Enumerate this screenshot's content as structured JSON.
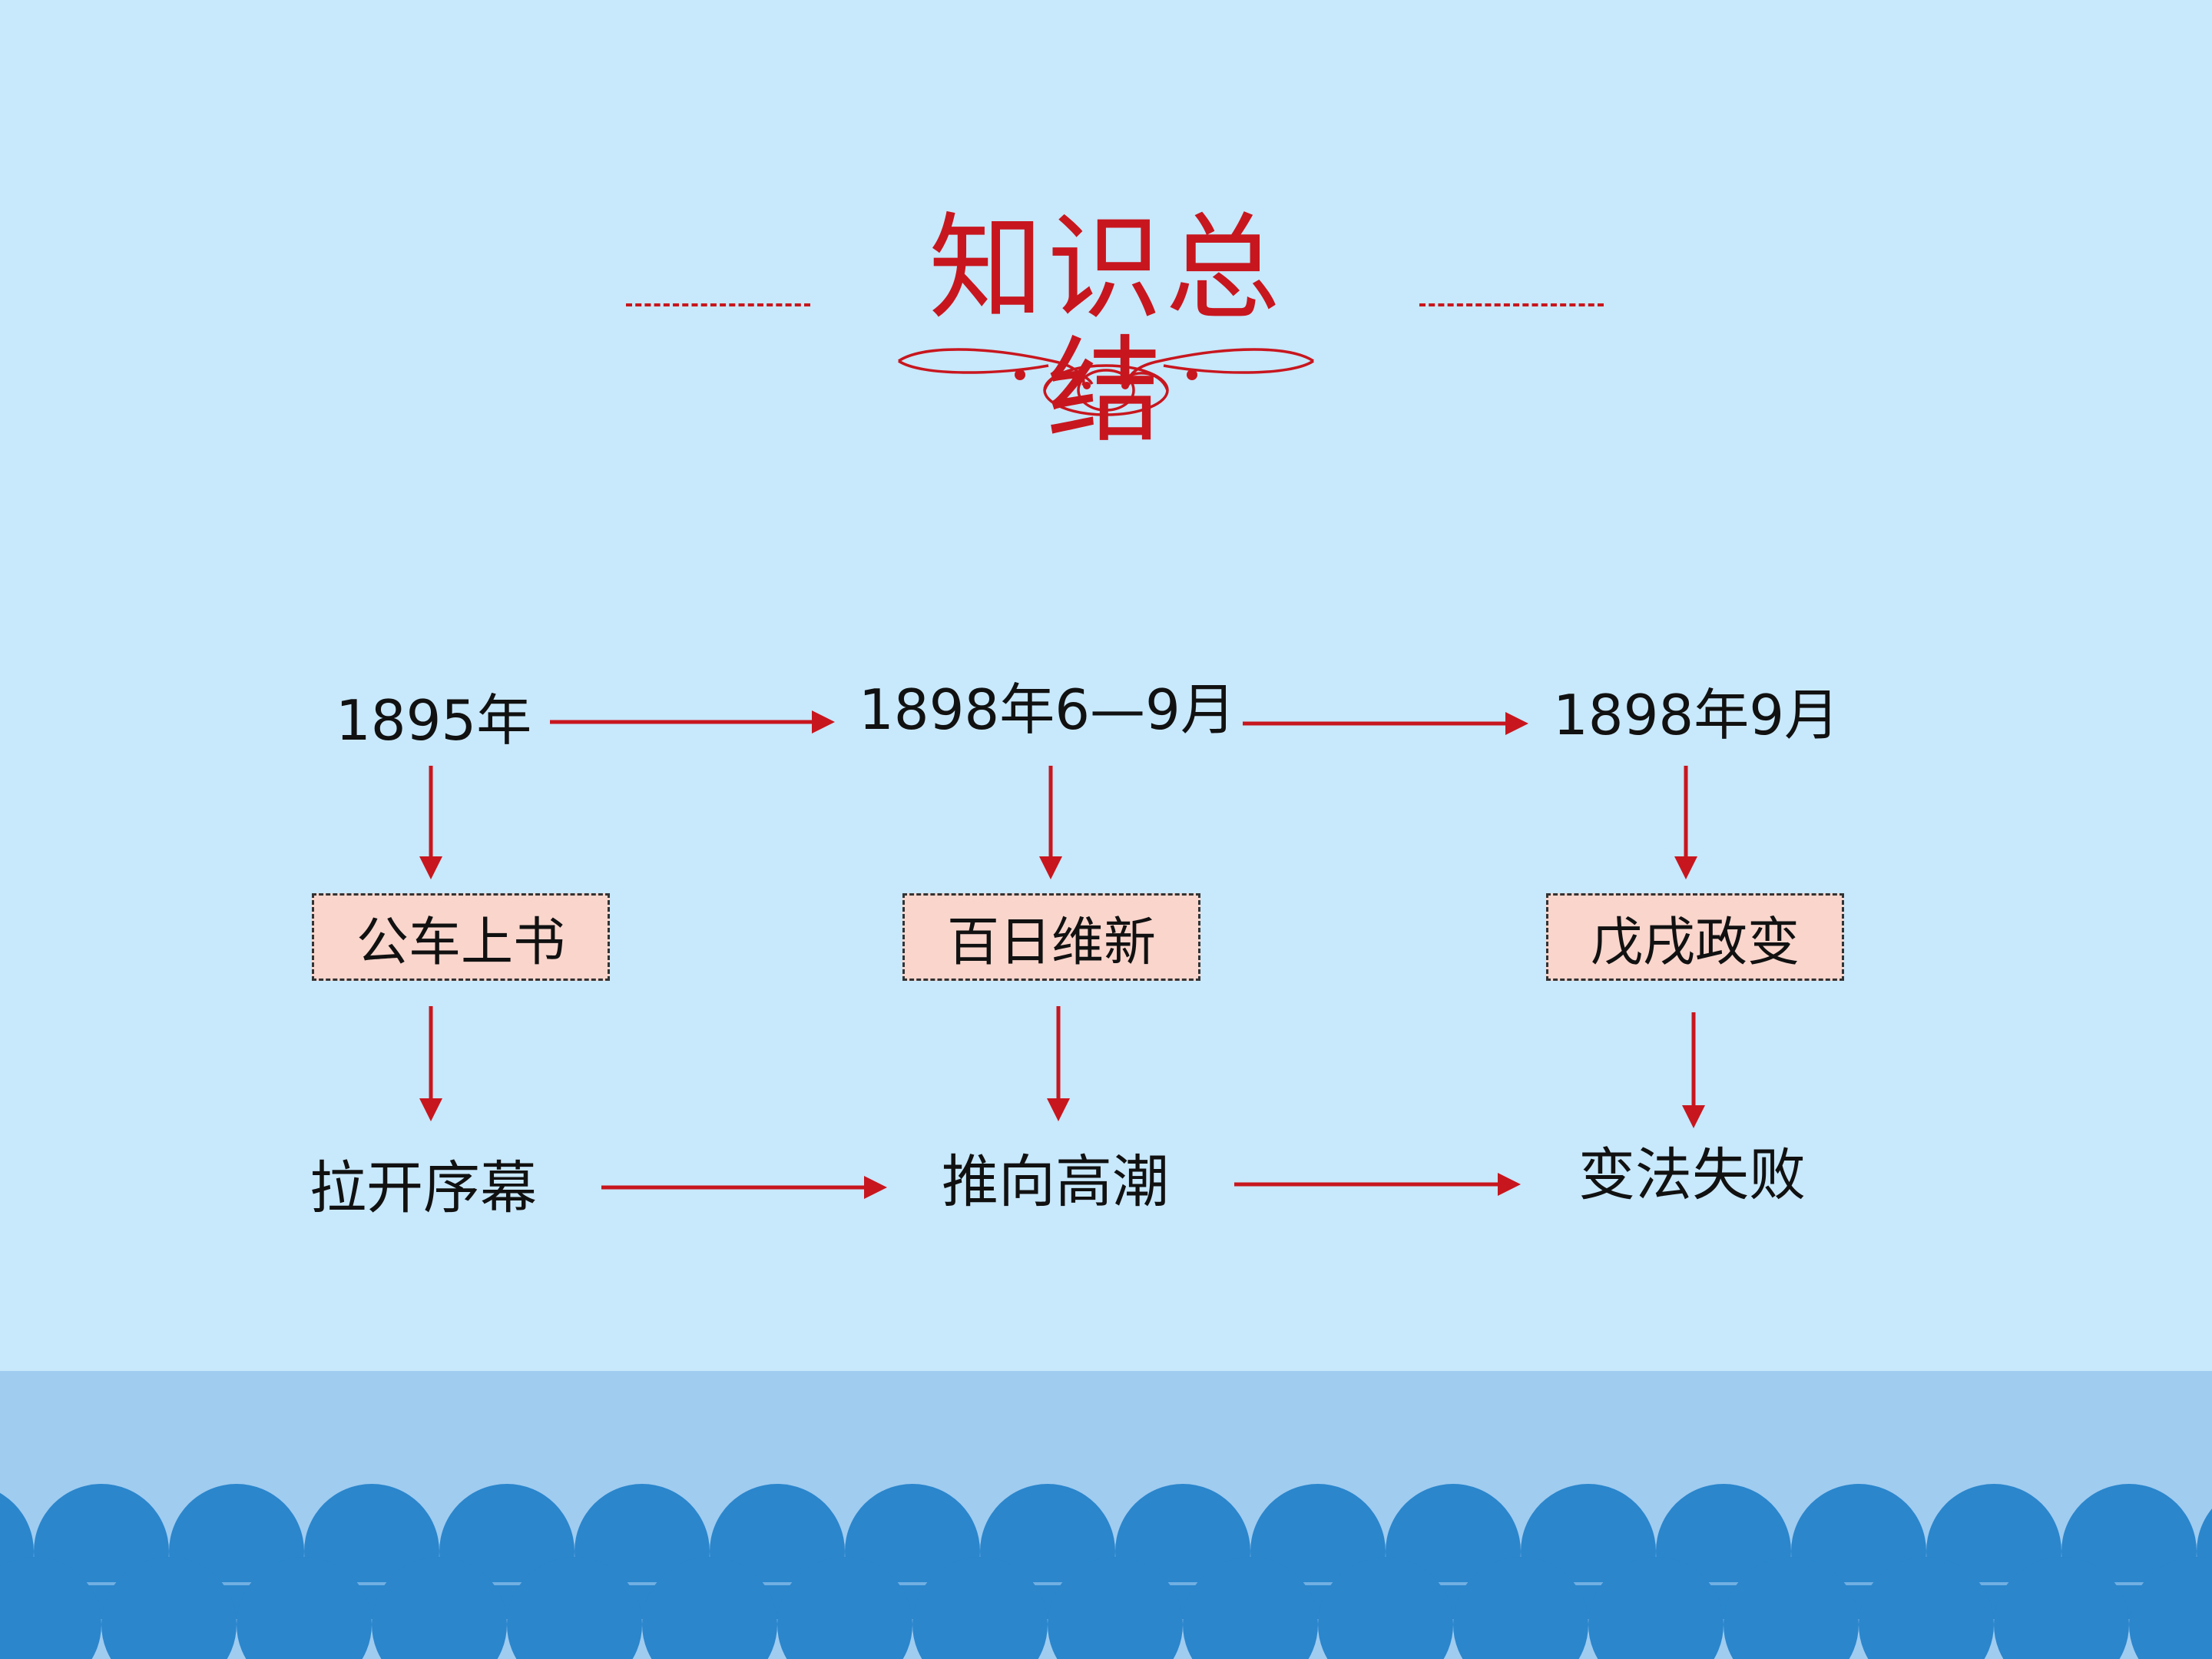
{
  "title": "知识总结",
  "accent_color": "#c8161e",
  "box_color": "#f9d5cc",
  "timeline": [
    {
      "date": "1895年",
      "event": "公车上书",
      "result": "拉开序幕"
    },
    {
      "date": "1898年6—9月",
      "event": "百日维新",
      "result": "推向高潮"
    },
    {
      "date": "1898年9月",
      "event": "戊戌政变",
      "result": "变法失败"
    }
  ],
  "decorations": {
    "title_flourish": "ornament-swirl",
    "footer": "wave-scallops"
  }
}
